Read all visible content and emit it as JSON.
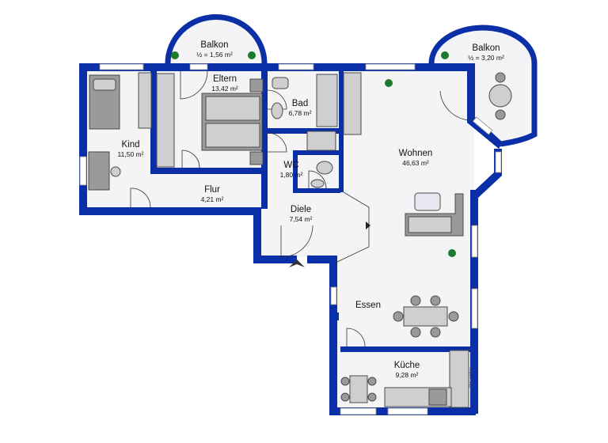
{
  "rooms": {
    "balkon_left": {
      "name": "Balkon",
      "area": "½ = 1,56 m²"
    },
    "balkon_right": {
      "name": "Balkon",
      "area": "½ = 3,20 m²"
    },
    "kind": {
      "name": "Kind",
      "area": "11,50 m²"
    },
    "eltern": {
      "name": "Eltern",
      "area": "13,42 m²"
    },
    "bad": {
      "name": "Bad",
      "area": "6,78 m²"
    },
    "wc": {
      "name": "WC",
      "area": "1,80 m²"
    },
    "flur": {
      "name": "Flur",
      "area": "4,21 m²"
    },
    "diele": {
      "name": "Diele",
      "area": "7,54 m²"
    },
    "wohnen": {
      "name": "Wohnen",
      "area": "46,63 m²"
    },
    "essen": {
      "name": "Essen"
    },
    "kueche": {
      "name": "Küche",
      "area": "9,28 m²"
    }
  },
  "watermark": "McGandres",
  "colors": {
    "wall": "#0a2fa6",
    "floor": "#f4f4f6",
    "furniture": "#9a9a9c"
  }
}
